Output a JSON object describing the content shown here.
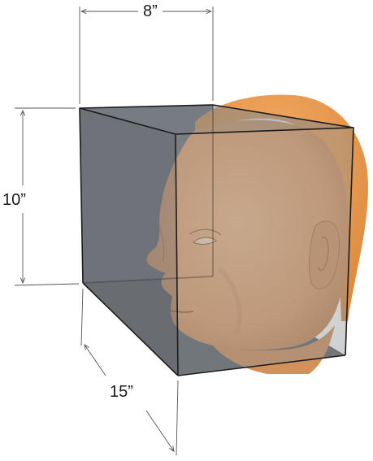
{
  "dimensions": {
    "width": "8”",
    "height": "10”",
    "depth": "15”"
  },
  "colors": {
    "box_face": "#6f7478",
    "box_edge": "#1c1c1c",
    "skin": "#e8a46e",
    "skin_shadow": "#c9834f",
    "hair": "#ec9a4c",
    "dimension_line": "#555555"
  }
}
